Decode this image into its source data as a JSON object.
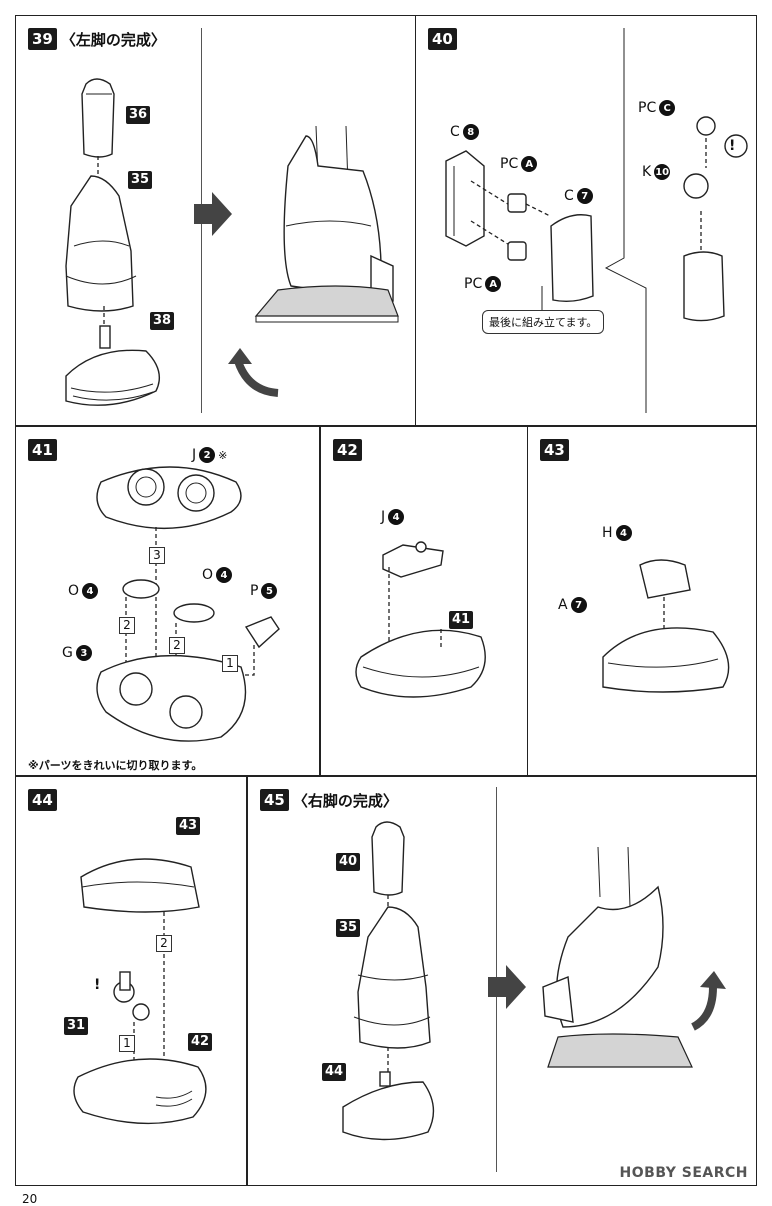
{
  "panel39": {
    "step": "39",
    "title": "〈左脚の完成〉",
    "tags": [
      "36",
      "35",
      "38"
    ]
  },
  "panel40": {
    "step": "40",
    "labels": {
      "c8": "C",
      "c8n": "8",
      "pca_top": "PC",
      "pca_top_n": "A",
      "c7": "C",
      "c7n": "7",
      "pca_bot": "PC",
      "pca_bot_n": "A",
      "pcc": "PC",
      "pcc_n": "C",
      "k10": "K",
      "k10_n": "10",
      "excl": "!"
    },
    "callout": "最後に組み立てます。"
  },
  "panel41": {
    "step": "41",
    "labels": {
      "j2": "J",
      "j2n": "2",
      "j2mark": "※",
      "o4a": "O",
      "o4an": "4",
      "o4b": "O",
      "o4bn": "4",
      "p5": "P",
      "p5n": "5",
      "g3": "G",
      "g3n": "3"
    },
    "order": [
      "3",
      "2",
      "2",
      "1"
    ],
    "note": "※パーツをきれいに切り取ります。"
  },
  "panel42": {
    "step": "42",
    "labels": {
      "j4": "J",
      "j4n": "4"
    },
    "tag": "41"
  },
  "panel43": {
    "step": "43",
    "labels": {
      "h4": "H",
      "h4n": "4",
      "a7": "A",
      "a7n": "7"
    }
  },
  "panel44": {
    "step": "44",
    "tags": [
      "43",
      "31",
      "42"
    ],
    "order": [
      "2",
      "1"
    ],
    "excl": "!"
  },
  "panel45": {
    "step": "45",
    "title": "〈右脚の完成〉",
    "tags": [
      "40",
      "35",
      "44"
    ]
  },
  "footer": {
    "watermark": "HOBBY SEARCH",
    "page": "20"
  }
}
